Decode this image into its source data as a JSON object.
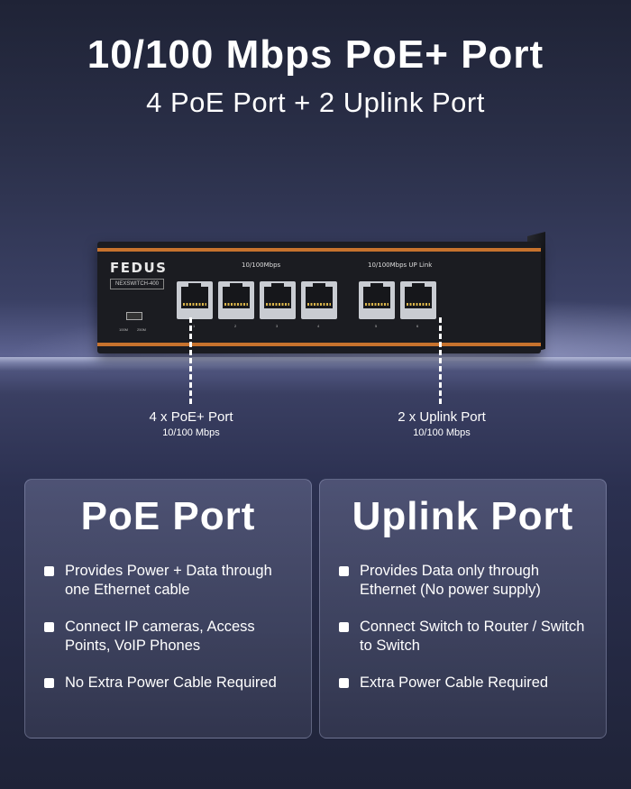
{
  "header": {
    "title": "10/100 Mbps PoE+ Port",
    "subtitle": "4 PoE Port + 2 Uplink Port"
  },
  "device": {
    "brand": "FEDUS",
    "model": "NEXSWITCH-400",
    "group_poe_label": "10/100Mbps",
    "group_uplink_label": "10/100Mbps UP Link",
    "led_labels": [
      "100M",
      "250M"
    ],
    "port_numbers": [
      "1",
      "2",
      "3",
      "4",
      "5",
      "6"
    ],
    "accent_color": "#c7722d"
  },
  "callouts": {
    "poe": {
      "label": "4 x PoE+ Port",
      "speed": "10/100 Mbps"
    },
    "uplink": {
      "label": "2 x Uplink Port",
      "speed": "10/100 Mbps"
    }
  },
  "panels": {
    "poe": {
      "title": "PoE Port",
      "items": [
        "Provides Power + Data through one Ethernet cable",
        "Connect IP cameras, Access Points, VoIP Phones",
        "No Extra Power Cable Required"
      ]
    },
    "uplink": {
      "title": "Uplink Port",
      "items": [
        "Provides Data only through Ethernet (No power supply)",
        "Connect Switch to Router / Switch to Switch",
        "Extra Power Cable Required"
      ]
    }
  }
}
